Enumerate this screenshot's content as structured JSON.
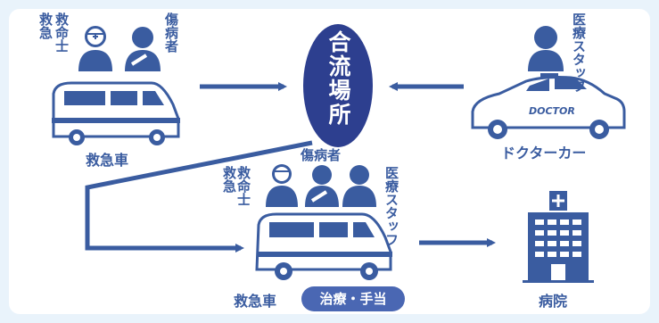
{
  "labels": {
    "hub": "合流場所",
    "ems_top": "救急",
    "ems_bottom": "救命士",
    "patient": "傷病者",
    "medical_staff": "医療スタッフ",
    "ambulance": "救急車",
    "doctor_car": "ドクターカー",
    "car_logo": "DOCTOR",
    "patient_bottom": "傷病者",
    "treatment": "治療・手当",
    "hospital": "病院"
  },
  "colors": {
    "primary": "#3a5ca0",
    "dark": "#2d3f8f",
    "pill": "#4a67b3"
  }
}
